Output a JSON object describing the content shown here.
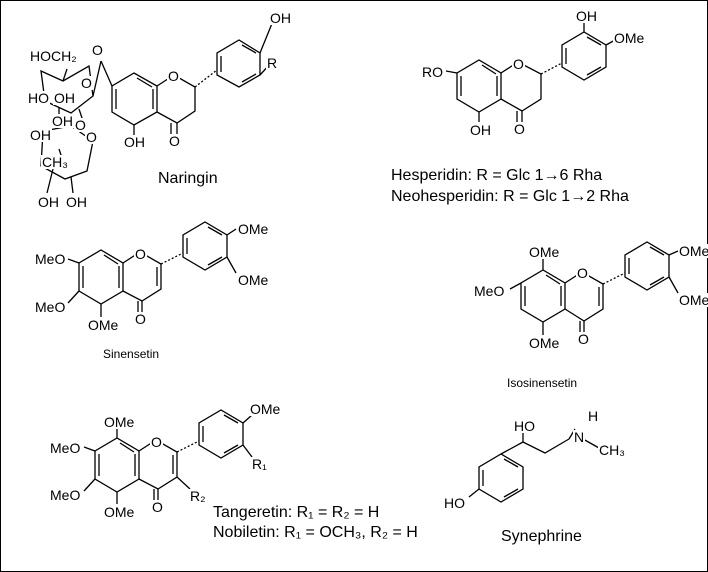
{
  "names": {
    "naringin": "Naringin",
    "hesperidin": "Hesperidin: R = Glc 1→6 Rha",
    "neohesperidin": "Neohesperidin: R = Glc 1→2 Rha",
    "sinensetin": "Sinensetin",
    "isosinensetin": "Isosinensetin",
    "tangeretin": "Tangeretin: R₁ = R₂ = H",
    "nobiletin": "Nobiletin: R₁ = OCH₃, R₂ = H",
    "synephrine": "Synephrine"
  },
  "atoms": {
    "oh": "OH",
    "o": "O",
    "r": "R",
    "ro": "RO",
    "ome": "OMe",
    "meo": "MeO",
    "hoch2": "HOCH₂",
    "ch3": "CH₃",
    "ho": "HO",
    "n": "N",
    "h": "H",
    "r1": "R₁",
    "r2": "R₂"
  }
}
